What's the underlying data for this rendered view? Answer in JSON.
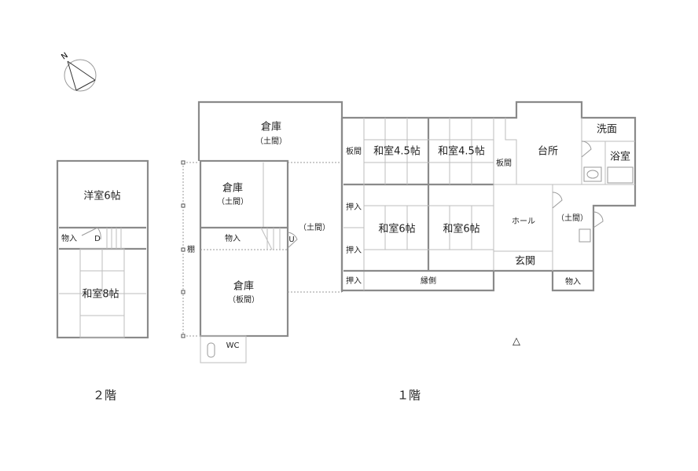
{
  "floor2": {
    "title": "２階",
    "rooms": {
      "western": "洋室6帖",
      "storage": "物入",
      "down": "D",
      "japanese8": "和室8帖"
    }
  },
  "floor1": {
    "title": "１階",
    "rooms": {
      "warehouse_top": "倉庫",
      "warehouse_top_sub": "（土間）",
      "warehouse_mid": "倉庫",
      "warehouse_mid_sub": "（土間）",
      "storage_left": "物入",
      "up": "U",
      "warehouse_bottom": "倉庫",
      "warehouse_bottom_sub": "（板間）",
      "wc": "WC",
      "shelf": "棚",
      "doma_center": "（土間）",
      "itama_left": "板間",
      "japanese45_a": "和室4.5帖",
      "japanese45_b": "和室4.5帖",
      "itama_right": "板間",
      "kitchen": "台所",
      "washroom": "洗面",
      "bathroom": "浴室",
      "oshiire_1": "押入",
      "oshiire_2": "押入",
      "oshiire_3": "押入",
      "japanese6_a": "和室6帖",
      "japanese6_b": "和室6帖",
      "hall": "ホール",
      "entrance": "玄関",
      "engawa": "縁側",
      "doma_right": "（土間）",
      "storage_right": "物入"
    }
  },
  "compass": {
    "north_label": "N"
  },
  "entrance_marker": "△"
}
